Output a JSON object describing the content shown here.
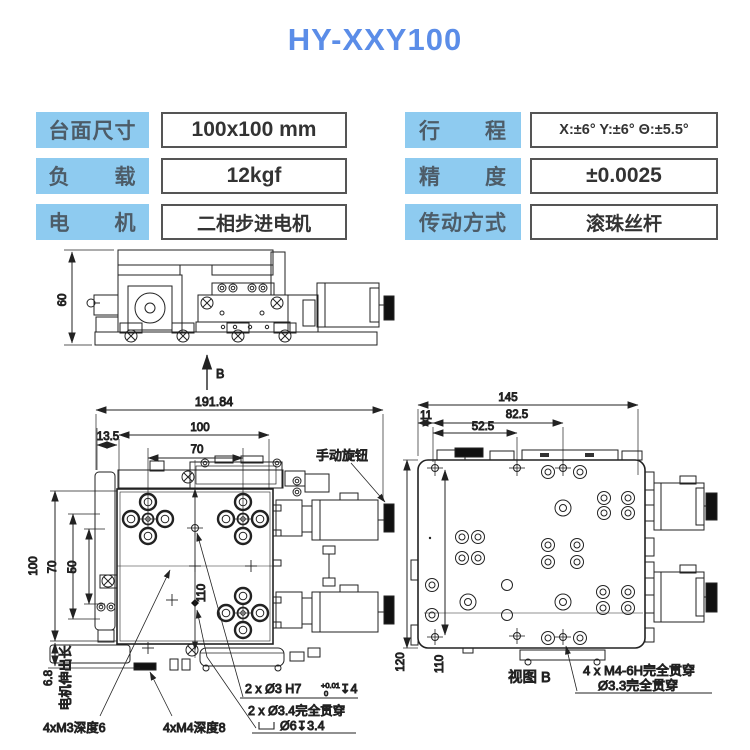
{
  "title": "HY-XXY100",
  "specs": {
    "left": [
      {
        "label": "台面尺寸",
        "value": "100x100 mm"
      },
      {
        "label": "负　　载",
        "value": "12kgf"
      },
      {
        "label": "电　　机",
        "value": "二相步进电机"
      }
    ],
    "right": [
      {
        "label": "行　　程",
        "value": "X:±6°  Y:±6°  Θ:±5.5°"
      },
      {
        "label": "精　　度",
        "value": "±0.0025"
      },
      {
        "label": "传动方式",
        "value": "滚珠丝杆"
      }
    ]
  },
  "side_view": {
    "height_dim": "60",
    "view_arrow_label": "B"
  },
  "top_view": {
    "dim_overall": "191.84",
    "dim_offset": "13.5",
    "dim_plate": "100",
    "dim_hole_span": "70",
    "dim_center": "110",
    "dim_v100": "100",
    "dim_v70": "70",
    "dim_v50": "50",
    "dim_motor_ext": "6.8",
    "label_motor_ext": "电机伸出长",
    "label_knob": "手动旋钮",
    "note_m3": "4xM3深度6",
    "note_m4": "4xM4深度8",
    "note_pin": "2 x Ø3 H7",
    "note_pin_tol_top": "+0.01",
    "note_pin_tol_bot": "0",
    "note_pin_depth": "↧4",
    "note_through": "2 x Ø3.4完全贯穿",
    "note_cbore": "Ø6↧3.4"
  },
  "bottom_view": {
    "dim_overall": "145",
    "dim_edge": "11",
    "dim_mid": "82.5",
    "dim_inner": "52.5",
    "dim_v120": "120",
    "dim_v110": "110",
    "label_view": "视图 B",
    "note_m4": "4 x  M4-6H完全贯穿",
    "note_through": "Ø3.3完全贯穿"
  },
  "colors": {
    "title_blue": "#5b8de8",
    "label_bg_blue": "#8ecbf0",
    "label_text": "#4d5c68",
    "line_color": "#222222"
  }
}
